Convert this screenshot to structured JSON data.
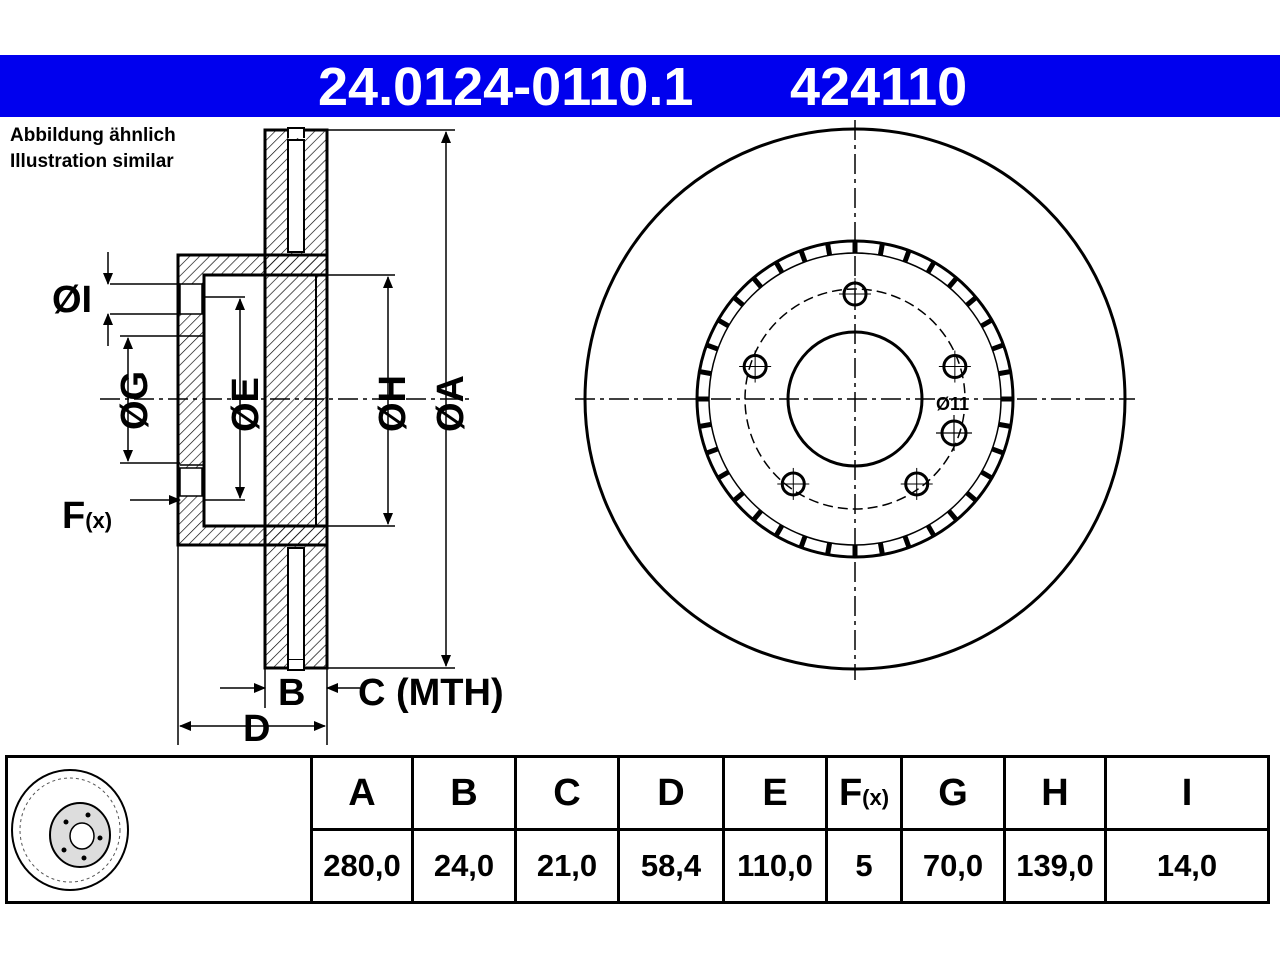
{
  "header": {
    "part_number": "24.0124-0110.1",
    "ref_number": "424110",
    "bg_color": "#0000ee"
  },
  "note": {
    "line1": "Abbildung ähnlich",
    "line2": "Illustration similar"
  },
  "drawing": {
    "labels": {
      "dia_i": "ØI",
      "dia_g": "ØG",
      "dia_e": "ØE",
      "dia_h": "ØH",
      "dia_a": "ØA",
      "f": "F",
      "f_sub": "(x)",
      "b": "B",
      "c": "C (MTH)",
      "d": "D",
      "hole": "Ø11"
    }
  },
  "spec_table": {
    "headers": [
      "A",
      "B",
      "C",
      "D",
      "E",
      "F",
      "G",
      "H",
      "I"
    ],
    "f_header_sub": "(x)",
    "values": [
      "280,0",
      "24,0",
      "21,0",
      "58,4",
      "110,0",
      "5",
      "70,0",
      "139,0",
      "14,0"
    ]
  }
}
